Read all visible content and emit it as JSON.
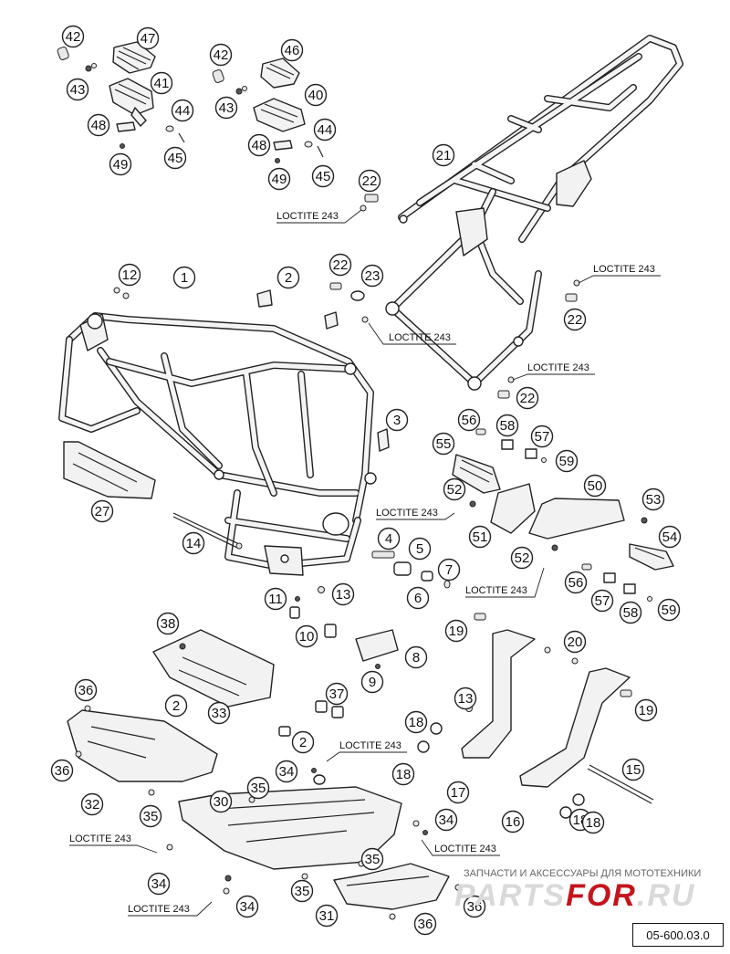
{
  "callouts": [
    {
      "id": "c42a",
      "label": "42"
    },
    {
      "id": "c47",
      "label": "47"
    },
    {
      "id": "c43a",
      "label": "43"
    },
    {
      "id": "c41",
      "label": "41"
    },
    {
      "id": "c48a",
      "label": "48"
    },
    {
      "id": "c44a",
      "label": "44"
    },
    {
      "id": "c49a",
      "label": "49"
    },
    {
      "id": "c45a",
      "label": "45"
    },
    {
      "id": "c42b",
      "label": "42"
    },
    {
      "id": "c46",
      "label": "46"
    },
    {
      "id": "c43b",
      "label": "43"
    },
    {
      "id": "c40",
      "label": "40"
    },
    {
      "id": "c48b",
      "label": "48"
    },
    {
      "id": "c44b",
      "label": "44"
    },
    {
      "id": "c49b",
      "label": "49"
    },
    {
      "id": "c45b",
      "label": "45"
    },
    {
      "id": "c21",
      "label": "21"
    },
    {
      "id": "c22a",
      "label": "22"
    },
    {
      "id": "c12",
      "label": "12"
    },
    {
      "id": "c1",
      "label": "1"
    },
    {
      "id": "c2a",
      "label": "2"
    },
    {
      "id": "c22b",
      "label": "22"
    },
    {
      "id": "c23",
      "label": "23"
    },
    {
      "id": "c22c",
      "label": "22"
    },
    {
      "id": "c22d",
      "label": "22"
    },
    {
      "id": "c3",
      "label": "3"
    },
    {
      "id": "c56a",
      "label": "56"
    },
    {
      "id": "c58a",
      "label": "58"
    },
    {
      "id": "c57a",
      "label": "57"
    },
    {
      "id": "c55",
      "label": "55"
    },
    {
      "id": "c59a",
      "label": "59"
    },
    {
      "id": "c50",
      "label": "50"
    },
    {
      "id": "c52a",
      "label": "52"
    },
    {
      "id": "c53",
      "label": "53"
    },
    {
      "id": "c27",
      "label": "27"
    },
    {
      "id": "c51",
      "label": "51"
    },
    {
      "id": "c54",
      "label": "54"
    },
    {
      "id": "c14",
      "label": "14"
    },
    {
      "id": "c4",
      "label": "4"
    },
    {
      "id": "c5",
      "label": "5"
    },
    {
      "id": "c52b",
      "label": "52"
    },
    {
      "id": "c7",
      "label": "7"
    },
    {
      "id": "c6",
      "label": "6"
    },
    {
      "id": "c56b",
      "label": "56"
    },
    {
      "id": "c11",
      "label": "11"
    },
    {
      "id": "c13a",
      "label": "13"
    },
    {
      "id": "c57b",
      "label": "57"
    },
    {
      "id": "c58b",
      "label": "58"
    },
    {
      "id": "c59b",
      "label": "59"
    },
    {
      "id": "c38",
      "label": "38"
    },
    {
      "id": "c10",
      "label": "10"
    },
    {
      "id": "c19a",
      "label": "19"
    },
    {
      "id": "c8",
      "label": "8"
    },
    {
      "id": "c20",
      "label": "20"
    },
    {
      "id": "c9",
      "label": "9"
    },
    {
      "id": "c36a",
      "label": "36"
    },
    {
      "id": "c2b",
      "label": "2"
    },
    {
      "id": "c37",
      "label": "37"
    },
    {
      "id": "c13b",
      "label": "13"
    },
    {
      "id": "c33",
      "label": "33"
    },
    {
      "id": "c19b",
      "label": "19"
    },
    {
      "id": "c18a",
      "label": "18"
    },
    {
      "id": "c2c",
      "label": "2"
    },
    {
      "id": "c36b",
      "label": "36"
    },
    {
      "id": "c34a",
      "label": "34"
    },
    {
      "id": "c18b",
      "label": "18"
    },
    {
      "id": "c15",
      "label": "15"
    },
    {
      "id": "c35a",
      "label": "35"
    },
    {
      "id": "c17",
      "label": "17"
    },
    {
      "id": "c32",
      "label": "32"
    },
    {
      "id": "c30",
      "label": "30"
    },
    {
      "id": "c35b",
      "label": "35"
    },
    {
      "id": "c34b",
      "label": "34"
    },
    {
      "id": "c16",
      "label": "16"
    },
    {
      "id": "c18c",
      "label": "18"
    },
    {
      "id": "c18d",
      "label": "18"
    },
    {
      "id": "c35c",
      "label": "35"
    },
    {
      "id": "c34c",
      "label": "34"
    },
    {
      "id": "c35d",
      "label": "35"
    },
    {
      "id": "c36c",
      "label": "36"
    },
    {
      "id": "c34d",
      "label": "34"
    },
    {
      "id": "c31",
      "label": "31"
    },
    {
      "id": "c36d",
      "label": "36"
    }
  ],
  "loctite_notes": [
    {
      "id": "lt1",
      "text": "LOCTITE 243"
    },
    {
      "id": "lt2",
      "text": "LOCTITE 243"
    },
    {
      "id": "lt3",
      "text": "LOCTITE 243"
    },
    {
      "id": "lt4",
      "text": "LOCTITE 243"
    },
    {
      "id": "lt5",
      "text": "LOCTITE 243"
    },
    {
      "id": "lt6",
      "text": "LOCTITE 243"
    },
    {
      "id": "lt7",
      "text": "LOCTITE 243"
    },
    {
      "id": "lt8",
      "text": "LOCTITE 243"
    },
    {
      "id": "lt9",
      "text": "LOCTITE 243"
    },
    {
      "id": "lt10",
      "text": "LOCTITE 243"
    }
  ],
  "watermark": {
    "caption": "ЗАПЧАСТИ И АКСЕССУАРЫ ДЛЯ МОТОТЕХНИКИ",
    "brand_a": "PARTS",
    "brand_b": "FOR",
    "brand_c": ".RU"
  },
  "diagram_code": "05-600.03.0"
}
